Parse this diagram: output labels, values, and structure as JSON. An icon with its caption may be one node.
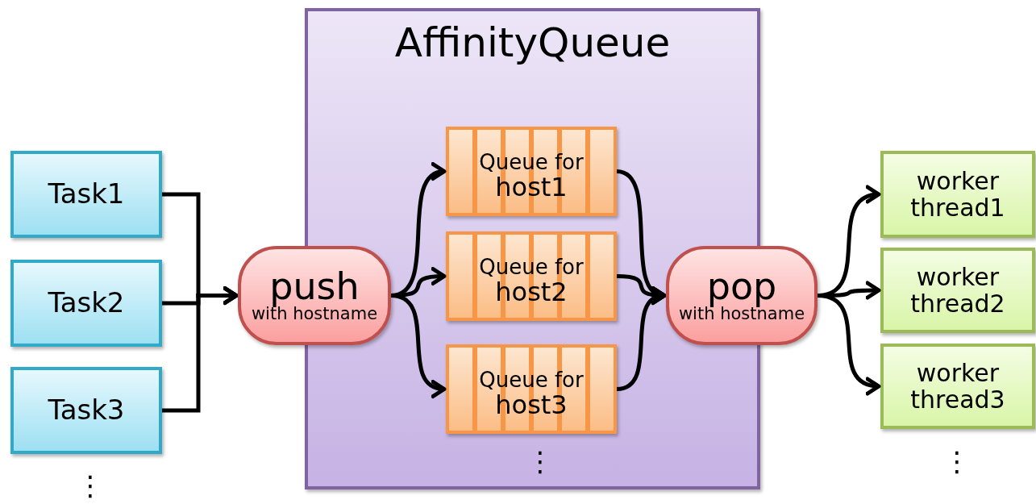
{
  "diagram": {
    "nodes": [
      {
        "text": [
          "AffinityQueue"
        ]
      },
      {
        "text": [
          "Task1"
        ]
      },
      {
        "text": [
          "Task2"
        ]
      },
      {
        "text": [
          "Task3"
        ]
      },
      {
        "text": [
          "push",
          "with hostname"
        ]
      },
      {
        "text": [
          "Queue for",
          "host1"
        ],
        "in": 0
      },
      {
        "text": [
          "Queue for",
          "host2"
        ],
        "in": 0
      },
      {
        "text": [
          "Queue for",
          "host3"
        ],
        "in": 0
      },
      {
        "text": [
          "pop",
          "with hostname"
        ]
      },
      {
        "text": [
          "worker thread1"
        ]
      },
      {
        "text": [
          "worker thread2"
        ]
      },
      {
        "text": [
          "worker thread3"
        ]
      }
    ],
    "edges": [
      {
        "from": 1,
        "to": 4,
        "arrow": "to"
      },
      {
        "from": 2,
        "to": 4,
        "arrow": "to"
      },
      {
        "from": 3,
        "to": 4,
        "arrow": "to"
      },
      {
        "from": 4,
        "to": 5,
        "arrow": "to"
      },
      {
        "from": 4,
        "to": 6,
        "arrow": "to"
      },
      {
        "from": 4,
        "to": 7,
        "arrow": "to"
      },
      {
        "from": 5,
        "to": 8,
        "arrow": "to"
      },
      {
        "from": 6,
        "to": 8,
        "arrow": "to"
      },
      {
        "from": 7,
        "to": 8,
        "arrow": "to"
      },
      {
        "from": 8,
        "to": 9,
        "arrow": "to"
      },
      {
        "from": 8,
        "to": 10,
        "arrow": "to"
      },
      {
        "from": 8,
        "to": 11,
        "arrow": "to"
      }
    ],
    "labels": [
      "⋮",
      "⋮",
      "⋮"
    ]
  }
}
